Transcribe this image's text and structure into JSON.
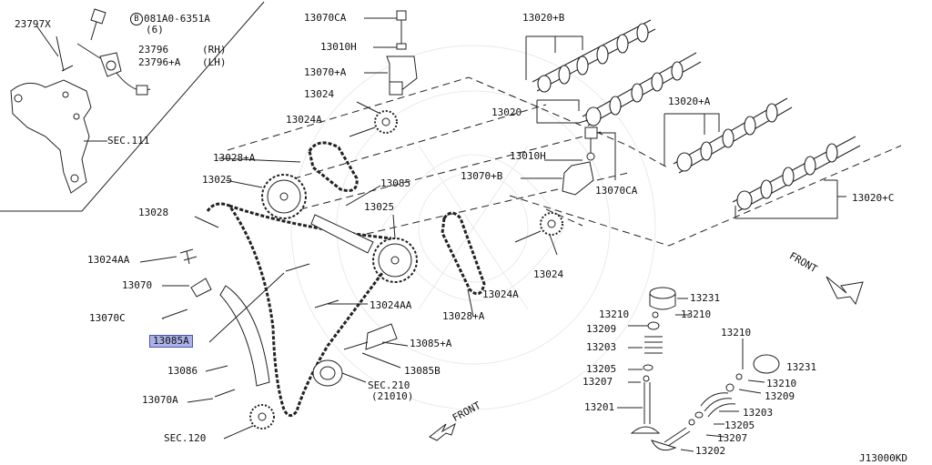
{
  "diagram_code": "J13000KD",
  "directions": {
    "front_upper": "FRONT",
    "front_lower": "FRONT"
  },
  "inset": {
    "parts": [
      {
        "id": "23797X",
        "label": "23797X"
      },
      {
        "id": "bolt",
        "label": "081A0-6351A",
        "qty": "(6)",
        "marker": "B"
      },
      {
        "id": "23796",
        "label": "23796",
        "side": "(RH)"
      },
      {
        "id": "23796A",
        "label": "23796+A",
        "side": "(LH)"
      },
      {
        "id": "sec111",
        "label": "SEC.111"
      }
    ]
  },
  "parts": [
    {
      "id": "p13070CA_top",
      "label": "13070CA"
    },
    {
      "id": "p13010H_top",
      "label": "13010H"
    },
    {
      "id": "p13070A",
      "label": "13070+A"
    },
    {
      "id": "p13024_top",
      "label": "13024"
    },
    {
      "id": "p13024A_top",
      "label": "13024A"
    },
    {
      "id": "p13028A_top",
      "label": "13028+A"
    },
    {
      "id": "p13025_left",
      "label": "13025"
    },
    {
      "id": "p13085",
      "label": "13085"
    },
    {
      "id": "p13028",
      "label": "13028"
    },
    {
      "id": "p13025_mid",
      "label": "13025"
    },
    {
      "id": "p13024AA_left",
      "label": "13024AA"
    },
    {
      "id": "p13070",
      "label": "13070"
    },
    {
      "id": "p13070C",
      "label": "13070C"
    },
    {
      "id": "p13085A",
      "label": "13085A",
      "highlighted": true
    },
    {
      "id": "p13086",
      "label": "13086"
    },
    {
      "id": "p13070A_low",
      "label": "13070A"
    },
    {
      "id": "p13024AA_mid",
      "label": "13024AA"
    },
    {
      "id": "p13085A_plus",
      "label": "13085+A"
    },
    {
      "id": "p13085B",
      "label": "13085B"
    },
    {
      "id": "sec210",
      "label": "SEC.210",
      "sub": "(21010)"
    },
    {
      "id": "sec120",
      "label": "SEC.120"
    },
    {
      "id": "p13028A_mid",
      "label": "13028+A"
    },
    {
      "id": "p13024A_mid",
      "label": "13024A"
    },
    {
      "id": "p13024_mid",
      "label": "13024"
    },
    {
      "id": "p13020B",
      "label": "13020+B"
    },
    {
      "id": "p13020",
      "label": "13020"
    },
    {
      "id": "p13010H_mid",
      "label": "13010H"
    },
    {
      "id": "p13070B",
      "label": "13070+B"
    },
    {
      "id": "p13070CA_mid",
      "label": "13070CA"
    },
    {
      "id": "p13020A",
      "label": "13020+A"
    },
    {
      "id": "p13020C",
      "label": "13020+C"
    },
    {
      "id": "p13231_a",
      "label": "13231"
    },
    {
      "id": "p13210_a1",
      "label": "13210"
    },
    {
      "id": "p13210_a2",
      "label": "13210"
    },
    {
      "id": "p13209_a",
      "label": "13209"
    },
    {
      "id": "p13203_a",
      "label": "13203"
    },
    {
      "id": "p13205_a",
      "label": "13205"
    },
    {
      "id": "p13207_a",
      "label": "13207"
    },
    {
      "id": "p13201",
      "label": "13201"
    },
    {
      "id": "p13210_b1",
      "label": "13210"
    },
    {
      "id": "p13231_b",
      "label": "13231"
    },
    {
      "id": "p13210_b2",
      "label": "13210"
    },
    {
      "id": "p13209_b",
      "label": "13209"
    },
    {
      "id": "p13203_b",
      "label": "13203"
    },
    {
      "id": "p13205_b",
      "label": "13205"
    },
    {
      "id": "p13207_b",
      "label": "13207"
    },
    {
      "id": "p13202",
      "label": "13202"
    }
  ]
}
